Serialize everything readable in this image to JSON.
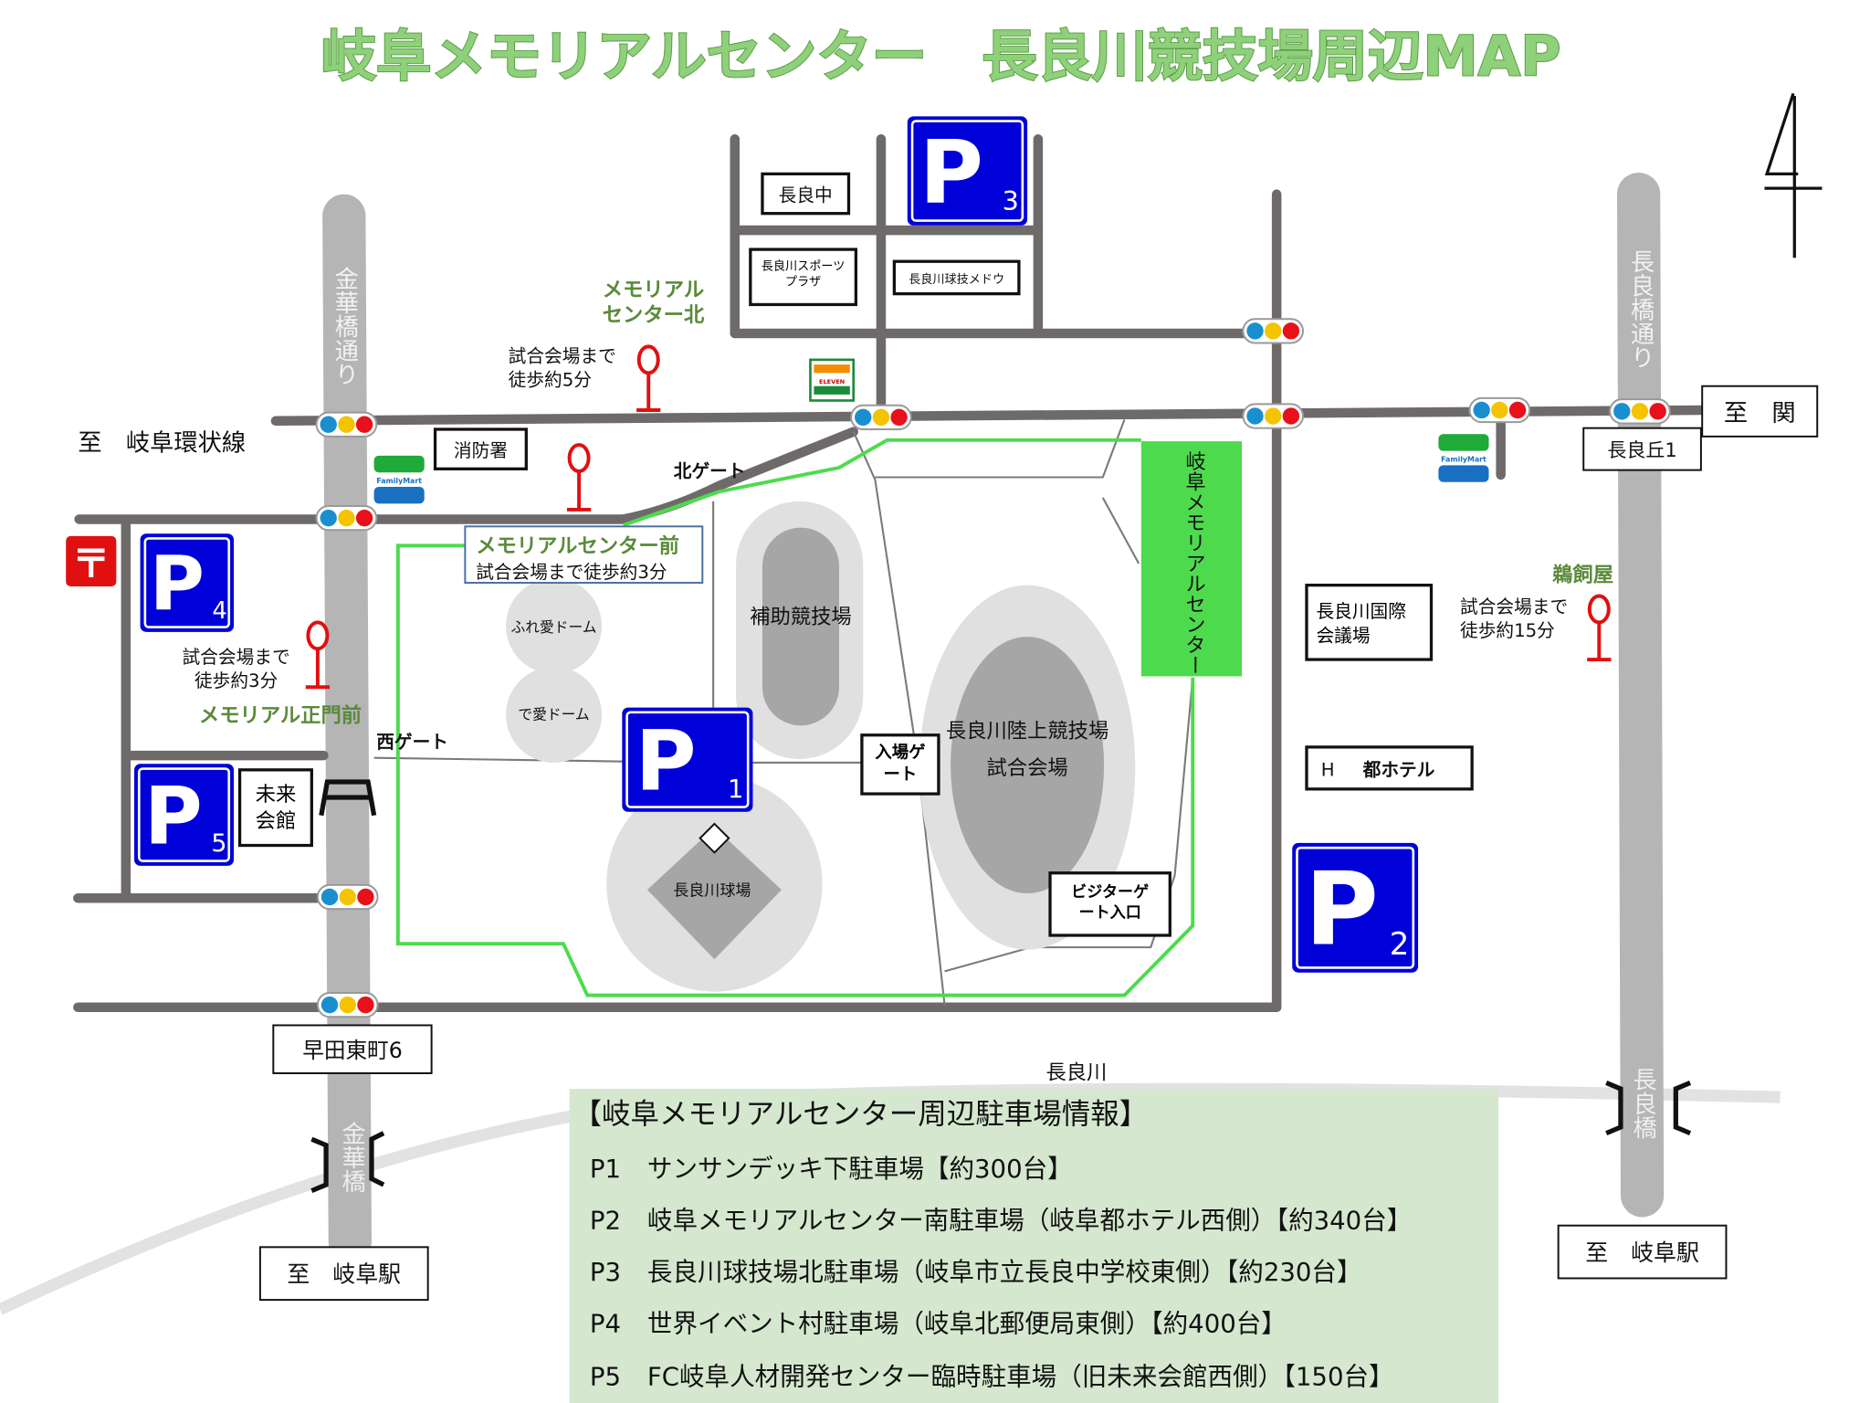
{
  "title": "岐阜メモリアルセンター　長良川競技場周辺MAP",
  "compass_icon": "north-arrow",
  "roads": {
    "kinkabashi_dori": "金華橋通り",
    "nagarabashi_dori": "長良橋通り",
    "to_kanjosen": "至　岐阜環状線",
    "to_seki": "至　関",
    "to_gifu_station_left": "至　岐阜駅",
    "to_gifu_station_right": "至　岐阜駅",
    "river": "長良川",
    "kinkabashi": "金華橋",
    "nagarabashi": "長良橋"
  },
  "intersections": {
    "wasada_higashi": "早田東町6",
    "nagaraoka": "長良丘1"
  },
  "buildings": {
    "nagara_chu": "長良中",
    "sports_plaza": "長良川スポーツプラザ",
    "meadow": "長良川球技メドウ",
    "fire_station": "消防署",
    "convention": "長良川国際会議場",
    "hotel_h": "H",
    "hotel": "都ホテル",
    "mirai_kaikan": "未来会館",
    "seven_eleven": "ELEVEN",
    "familymart": "FamilyMart",
    "post_office": "〒"
  },
  "venue": {
    "center_name": "岐阜メモリアルセンター",
    "aux_field": "補助競技場",
    "stadium": "長良川陸上競技場",
    "match_venue": "試合会場",
    "baseball": "長良川球場",
    "fureai_dome": "ふれ愛ドーム",
    "deai_dome": "で愛ドーム",
    "north_gate": "北ゲート",
    "west_gate": "西ゲート",
    "entry_gate": "入場ゲート",
    "visitor_gate": "ビジターゲート入口"
  },
  "bus_stops": [
    {
      "name": "メモリアルセンター北",
      "walk": "試合会場まで徒歩約5分"
    },
    {
      "name": "メモリアルセンター前",
      "walk": "試合会場まで徒歩約3分"
    },
    {
      "name": "メモリアル正門前",
      "walk": "試合会場まで徒歩約3分"
    },
    {
      "name": "鵜飼屋",
      "walk": "試合会場まで徒歩約15分"
    }
  ],
  "parking_signs": [
    {
      "letter": "P",
      "num": "1"
    },
    {
      "letter": "P",
      "num": "2"
    },
    {
      "letter": "P",
      "num": "3"
    },
    {
      "letter": "P",
      "num": "4"
    },
    {
      "letter": "P",
      "num": "5"
    }
  ],
  "parking_info": {
    "heading": "【岐阜メモリアルセンター周辺駐車場情報】",
    "rows": [
      {
        "id": "P1",
        "text": "サンサンデッキ下駐車場【約300台】"
      },
      {
        "id": "P2",
        "text": "岐阜メモリアルセンター南駐車場（岐阜都ホテル西側）【約340台】"
      },
      {
        "id": "P3",
        "text": "長良川球技場北駐車場（岐阜市立長良中学校東側）【約230台】"
      },
      {
        "id": "P4",
        "text": "世界イベント村駐車場（岐阜北郵便局東側）【約400台】"
      },
      {
        "id": "P5",
        "text": "FC岐阜人材開発センター臨時駐車場（旧未来会館西側）【150台】"
      }
    ]
  },
  "colors": {
    "parking_blue": "#0000d8",
    "venue_green": "#4ddb4d",
    "bus_red": "#e01010",
    "info_bg": "#d5e8cf"
  }
}
